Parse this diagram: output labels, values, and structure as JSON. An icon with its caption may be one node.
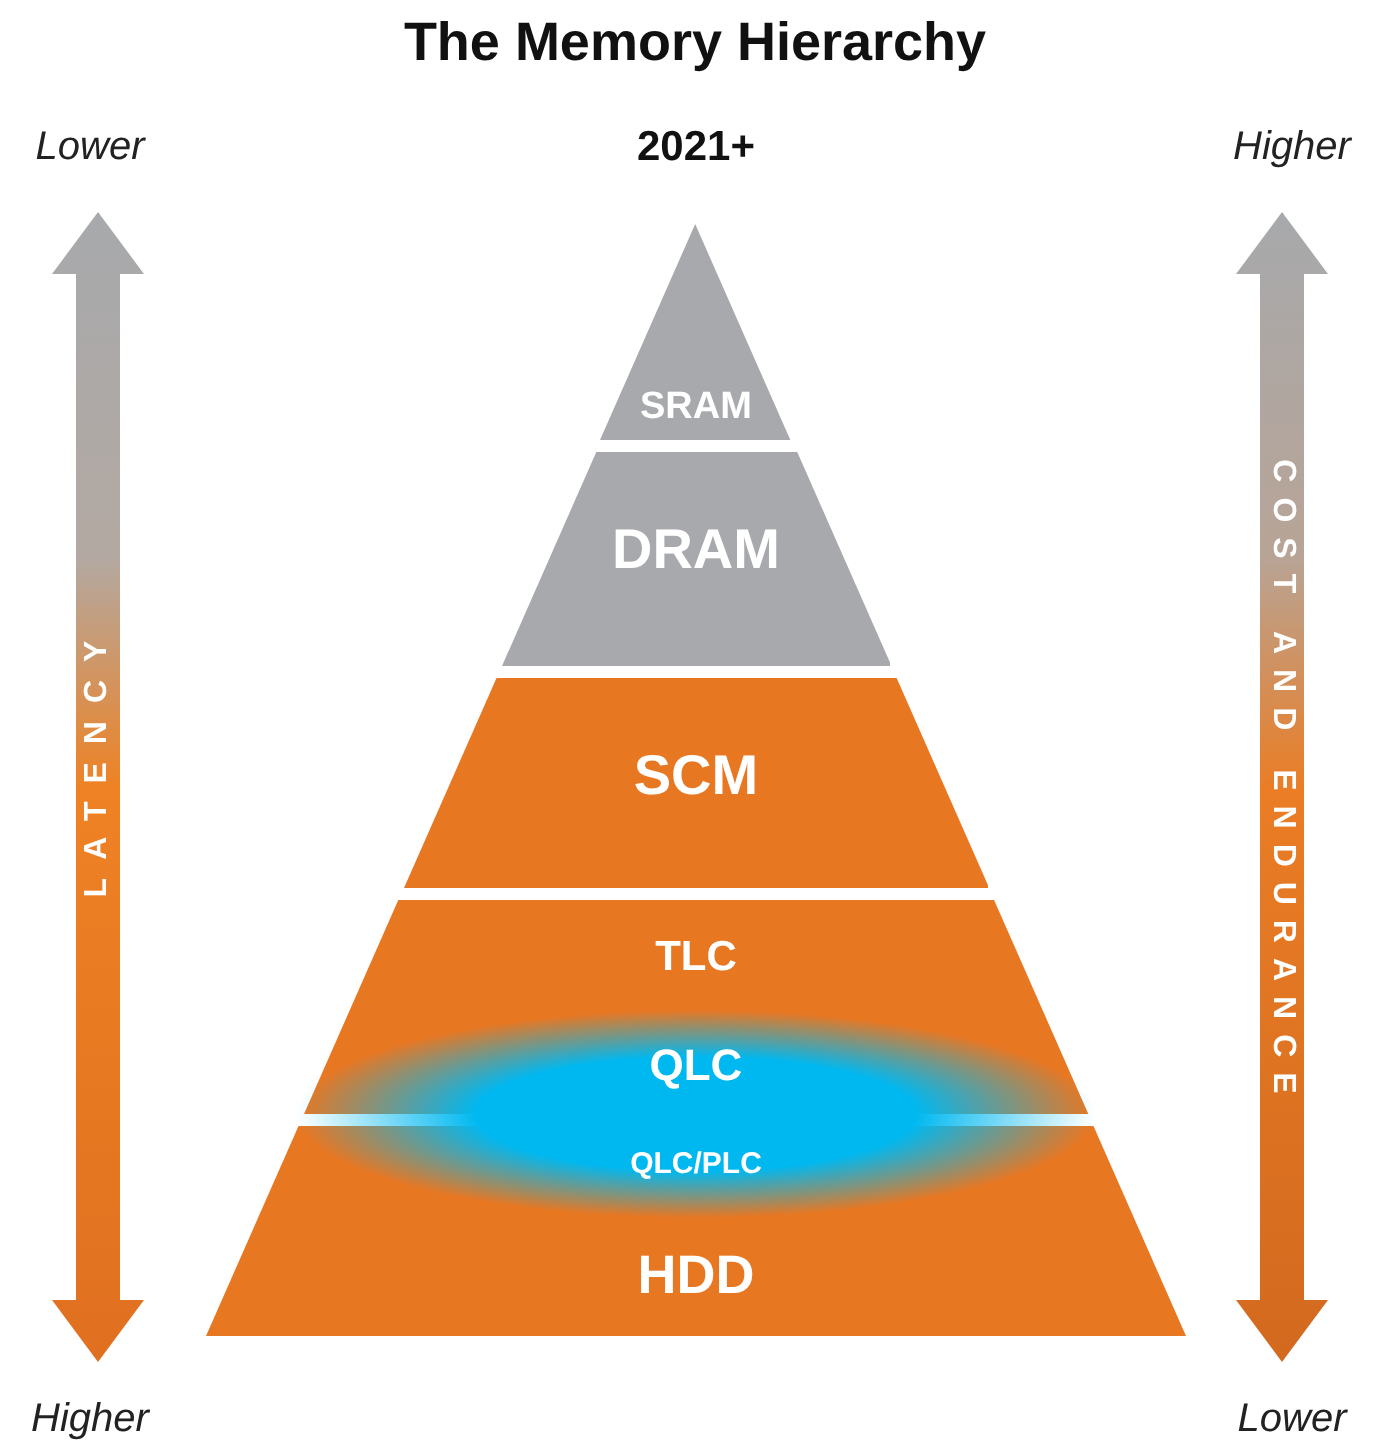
{
  "diagram": {
    "title": "The Memory Hierarchy",
    "nodes": [
      {
        "text": [
          "SRAM"
        ]
      },
      {
        "text": [
          "DRAM"
        ]
      },
      {
        "text": [
          "SCM"
        ]
      },
      {
        "text": [
          "TLC",
          "QLC"
        ]
      },
      {
        "text": [
          "QLC/PLC",
          "HDD"
        ]
      }
    ],
    "labels": [
      "Lower",
      "2021+",
      "Higher",
      "LATENCY",
      "COST AND ENDURANCE",
      "Higher",
      "Lower"
    ]
  }
}
